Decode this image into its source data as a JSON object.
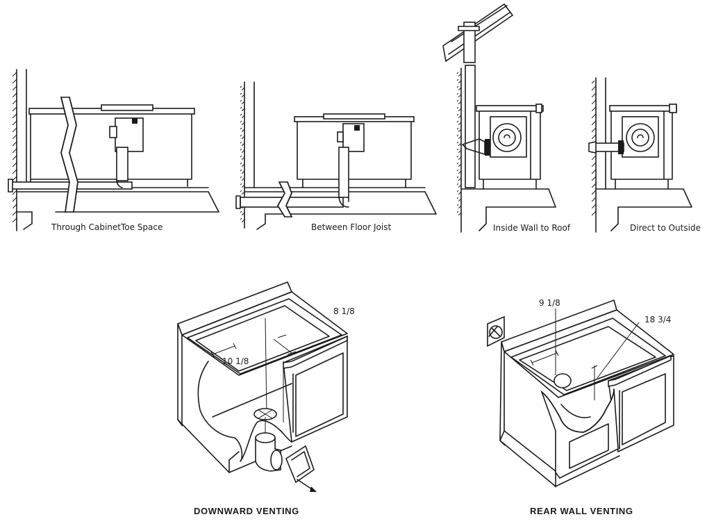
{
  "top_labels": {
    "toe_space": "Through CabinetToe Space",
    "floor_joist": "Between Floor Joist",
    "wall_roof": "Inside Wall to Roof",
    "direct": "Direct to Outside"
  },
  "bottom_captions": {
    "downward": "DOWNWARD VENTING",
    "rear": "REAR WALL VENTING"
  },
  "dimensions": {
    "down_depth": "8 1/8",
    "down_width": "10 1/8",
    "rear_width": "9 1/8",
    "rear_height": "18 3/4"
  }
}
